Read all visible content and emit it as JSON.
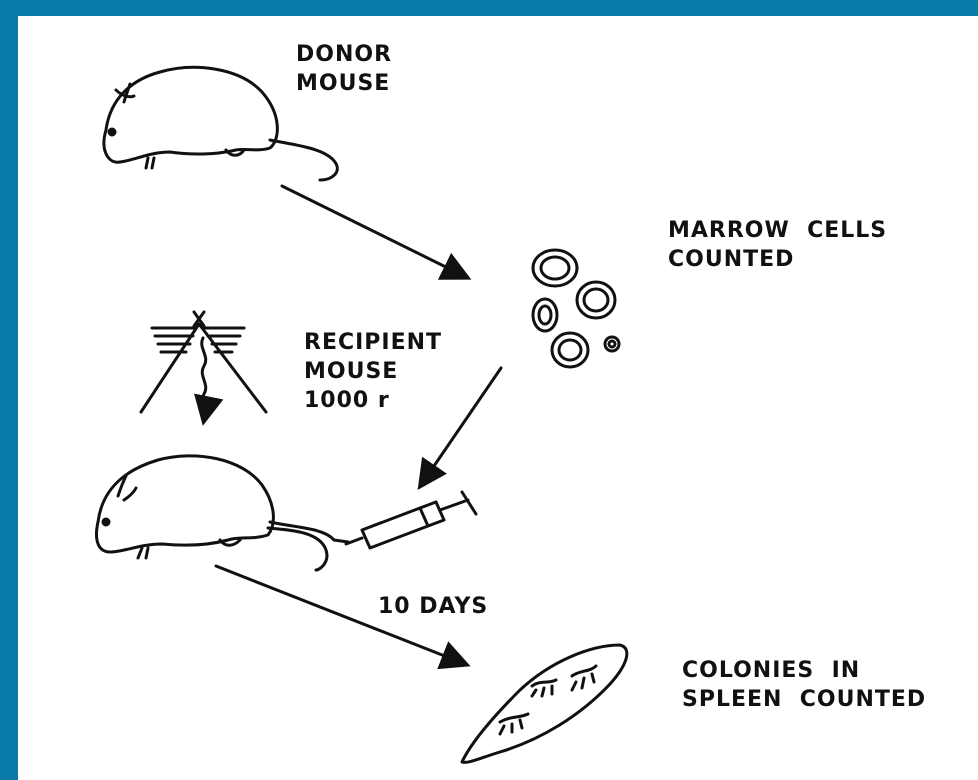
{
  "labels": {
    "donor": [
      "DONOR",
      "MOUSE"
    ],
    "marrow": [
      "MARROW  CELLS",
      "COUNTED"
    ],
    "recipient": [
      "RECIPIENT",
      "MOUSE",
      "1000 r"
    ],
    "days": "10 DAYS",
    "colonies": [
      "COLONIES  IN",
      "SPLEEN  COUNTED"
    ]
  },
  "colors": {
    "frame": "#0a7aa8",
    "background": "#ffffff",
    "ink": "#111111"
  }
}
